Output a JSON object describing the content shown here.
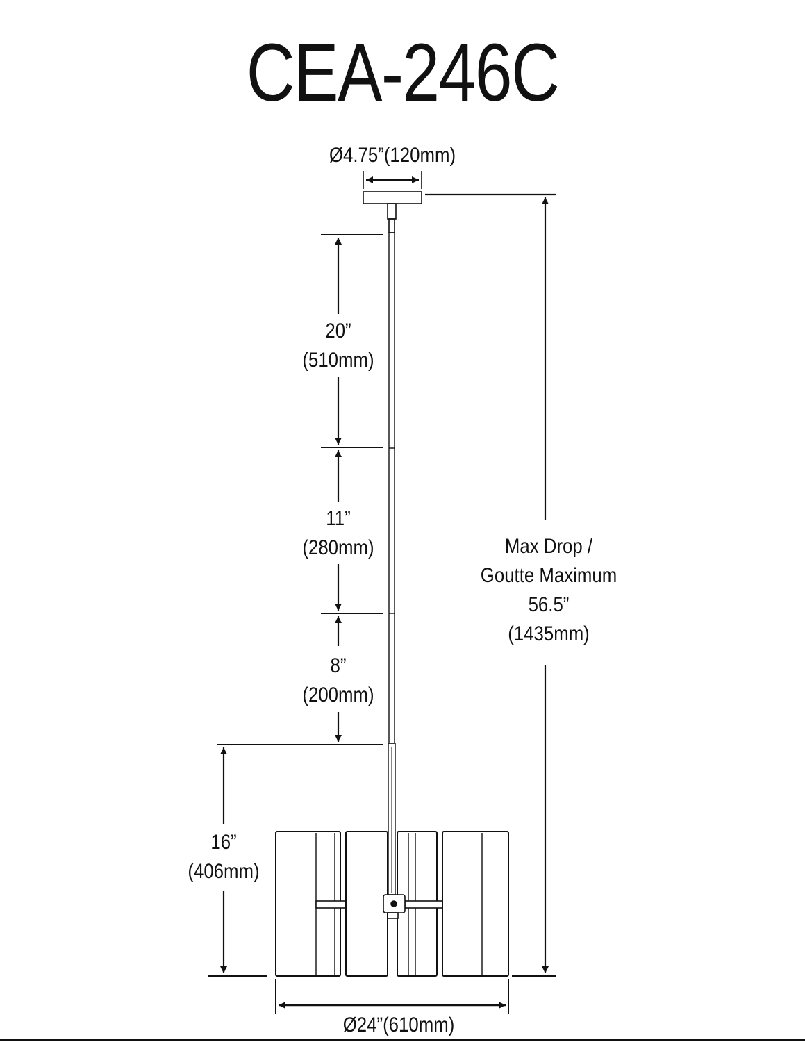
{
  "title": "CEA-246C",
  "dimensions": {
    "canopy_diameter": "Ø4.75”(120mm)",
    "rod_1": {
      "imperial": "20”",
      "metric": "(510mm)"
    },
    "rod_2": {
      "imperial": "11”",
      "metric": "(280mm)"
    },
    "rod_3": {
      "imperial": "8”",
      "metric": "(200mm)"
    },
    "fixture_height": {
      "imperial": "16”",
      "metric": "(406mm)"
    },
    "max_drop": {
      "line1": "Max Drop /",
      "line2": "Goutte Maximum",
      "imperial": "56.5”",
      "metric": "(1435mm)"
    },
    "fixture_diameter": "Ø24”(610mm)"
  },
  "colors": {
    "ink": "#111111",
    "background": "#ffffff"
  }
}
